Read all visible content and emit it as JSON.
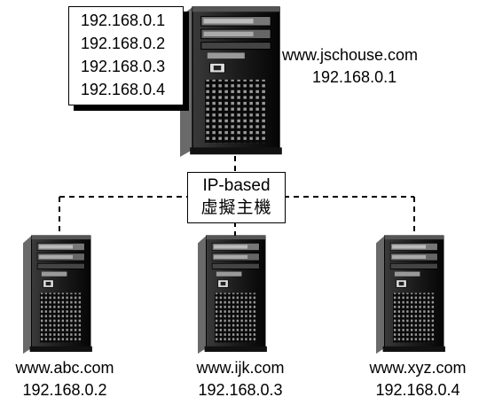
{
  "main_server": {
    "hosted_ips": [
      "192.168.0.1",
      "192.168.0.2",
      "192.168.0.3",
      "192.168.0.4"
    ],
    "hostname": "www.jschouse.com",
    "ip": "192.168.0.1"
  },
  "virtual_host_label": {
    "line1": "IP-based",
    "line2": "虛擬主機"
  },
  "sites": [
    {
      "hostname": "www.abc.com",
      "ip": "192.168.0.2"
    },
    {
      "hostname": "www.ijk.com",
      "ip": "192.168.0.3"
    },
    {
      "hostname": "www.xyz.com",
      "ip": "192.168.0.4"
    }
  ]
}
